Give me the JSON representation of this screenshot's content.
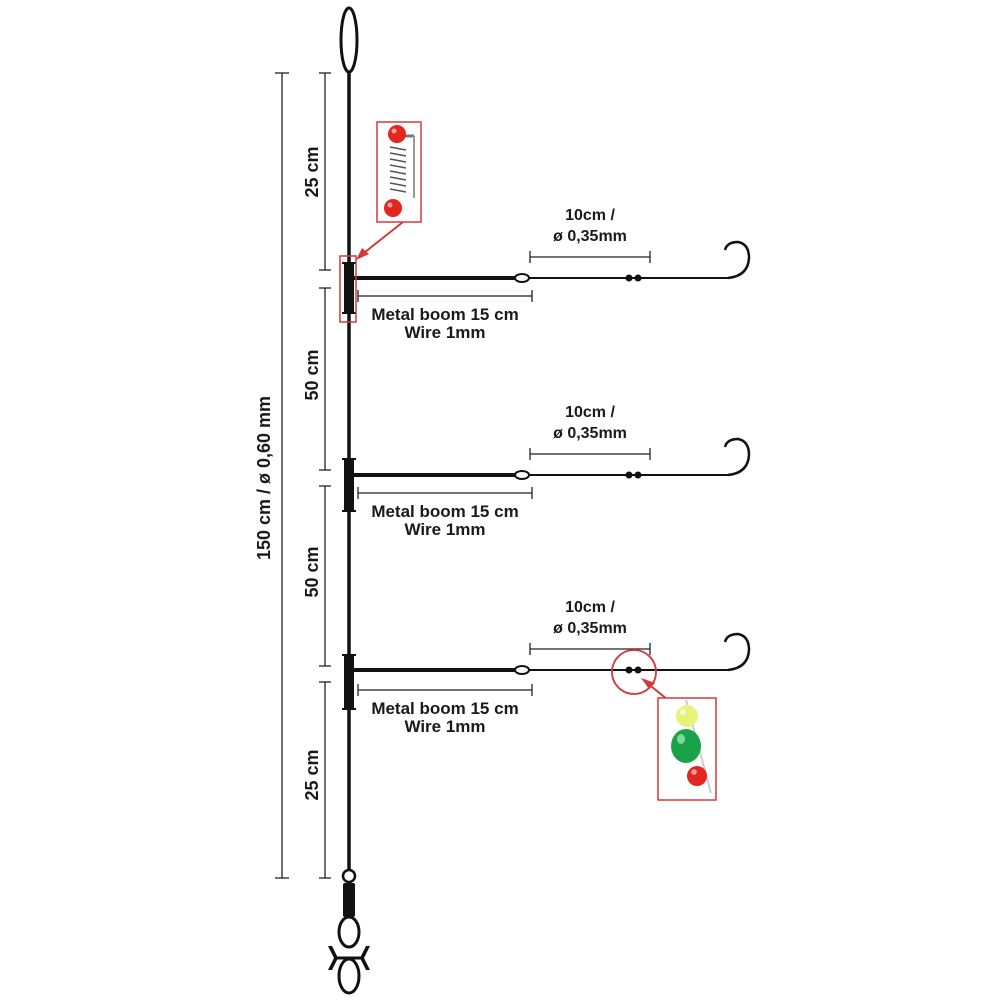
{
  "main_line": {
    "total_label": "150 cm / ø 0,60 mm",
    "segments": [
      {
        "label": "25 cm"
      },
      {
        "label": "50 cm"
      },
      {
        "label": "50 cm"
      },
      {
        "label": "25 cm"
      }
    ]
  },
  "booms": [
    {
      "boom_label": "Metal boom 15 cm",
      "wire_label": "Wire 1mm",
      "snood_len": "10cm /",
      "snood_dia": "ø 0,35mm"
    },
    {
      "boom_label": "Metal boom 15 cm",
      "wire_label": "Wire 1mm",
      "snood_len": "10cm /",
      "snood_dia": "ø 0,35mm"
    },
    {
      "boom_label": "Metal boom 15 cm",
      "wire_label": "Wire 1mm",
      "snood_len": "10cm /",
      "snood_dia": "ø 0,35mm"
    }
  ],
  "colors": {
    "line": "#111111",
    "callout": "#d23a3a",
    "bead_red": "#e3261f",
    "bead_green": "#1aa24a",
    "bead_yellow": "#e7f27a"
  }
}
